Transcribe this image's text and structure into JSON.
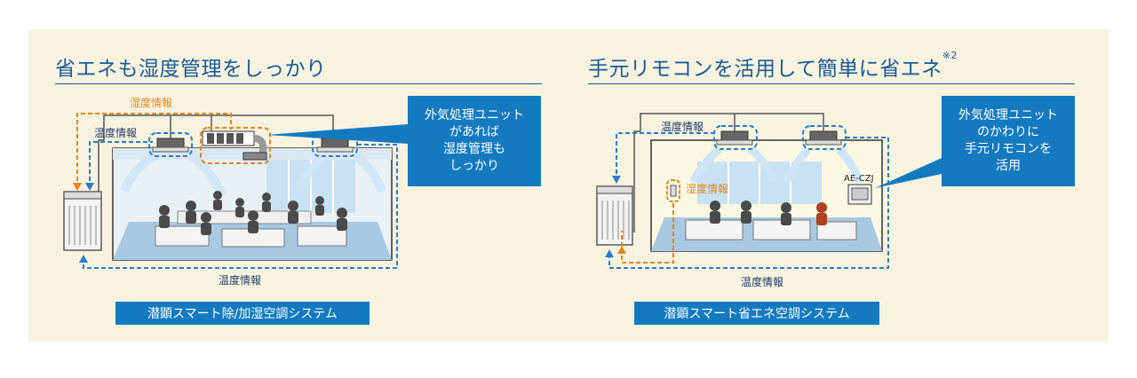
{
  "left": {
    "title": "省エネも湿度管理をしっかり",
    "callout": [
      "外気処理ユニット",
      "があれば",
      "湿度管理も",
      "しっかり"
    ],
    "system_label": "潜顕スマート除/加湿空調システム",
    "labels": {
      "top_orange": "湿度情報",
      "left_blue": "温度情報",
      "bottom_blue": "温度情報"
    }
  },
  "right": {
    "title": "手元リモコンを活用して簡単に省エネ",
    "title_note": "※2",
    "callout": [
      "外気処理ユニット",
      "のかわりに",
      "手元リモコンを",
      "活用"
    ],
    "system_label": "潜顕スマート省エネ空調システム",
    "remote_model": "AE-CZJ",
    "labels": {
      "top_blue": "温度情報",
      "inner_orange": "湿度情報",
      "bottom_blue": "温度情報"
    }
  },
  "colors": {
    "accent_blue": "#137ac0",
    "dash_blue": "#2d7dc6",
    "dash_orange": "#e4861a",
    "panel_bg": "#f7f3e0",
    "title_blue": "#1a5b93"
  }
}
